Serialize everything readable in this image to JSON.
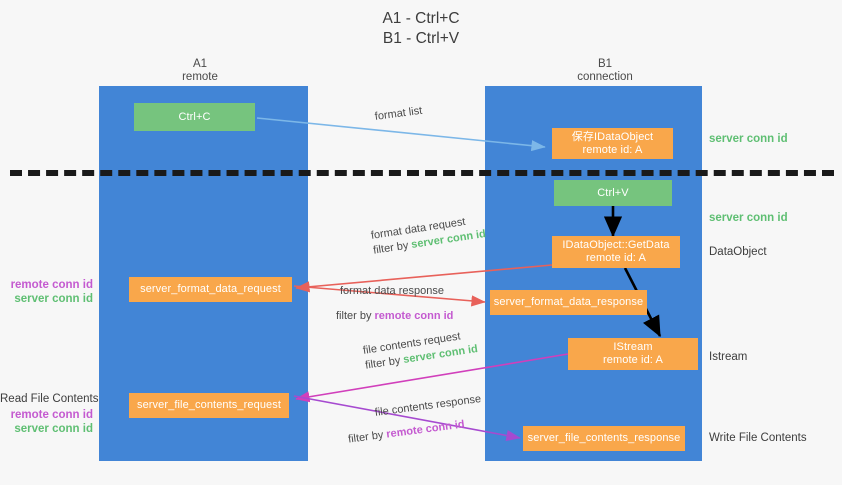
{
  "title": {
    "line1": "A1 - Ctrl+C",
    "line2": "B1 - Ctrl+V"
  },
  "colors": {
    "lane": "#4285d6",
    "box_orange": "#f9a74b",
    "box_green": "#76c47e",
    "server_conn_id": "#5fbf73",
    "remote_conn_id": "#c45ad0",
    "arrow_blue": "#7cb7e8",
    "arrow_red": "#e8615a",
    "arrow_magenta": "#d13fbb",
    "arrow_purple": "#a64ad0",
    "arrow_black": "#000000",
    "background": "#f7f7f7"
  },
  "lanes": [
    {
      "id": "a1",
      "title": "A1",
      "subtitle": "remote"
    },
    {
      "id": "b1",
      "title": "B1",
      "subtitle": "connection"
    }
  ],
  "boxes": [
    {
      "id": "ctrl-c",
      "lane": "a1",
      "color": "green",
      "line1": "Ctrl+C",
      "line2": ""
    },
    {
      "id": "save-idataobject",
      "lane": "b1",
      "color": "orange",
      "line1": "保存IDataObject",
      "line2": "remote id: A"
    },
    {
      "id": "ctrl-v",
      "lane": "b1",
      "color": "green",
      "line1": "Ctrl+V",
      "line2": ""
    },
    {
      "id": "idataobject-getdata",
      "lane": "b1",
      "color": "orange",
      "line1": "IDataObject::GetData",
      "line2": "remote id: A"
    },
    {
      "id": "server-format-data-request",
      "lane": "a1",
      "color": "orange",
      "line1": "server_format_data_request",
      "line2": ""
    },
    {
      "id": "server-format-data-response",
      "lane": "b1",
      "color": "orange",
      "line1": "server_format_data_response",
      "line2": ""
    },
    {
      "id": "istream",
      "lane": "b1",
      "color": "orange",
      "line1": "IStream",
      "line2": "remote id: A"
    },
    {
      "id": "server-file-contents-request",
      "lane": "a1",
      "color": "orange",
      "line1": "server_file_contents_request",
      "line2": ""
    },
    {
      "id": "server-file-contents-response",
      "lane": "b1",
      "color": "orange",
      "line1": "server_file_contents_response",
      "line2": ""
    }
  ],
  "edge_labels": {
    "format_list": "format list",
    "format_data_request": "format data request",
    "format_data_response": "format data response",
    "file_contents_request": "file contents request",
    "file_contents_response": "file contents response",
    "filter_by": "filter by",
    "server_conn_id": "server conn id",
    "remote_conn_id": "remote conn id"
  },
  "right_labels": [
    {
      "id": "server-conn-id-top",
      "text": "server conn id",
      "kind": "green"
    },
    {
      "id": "server-conn-id-second",
      "text": "server conn id",
      "kind": "green"
    },
    {
      "id": "dataobject",
      "text": "DataObject",
      "kind": "plain"
    },
    {
      "id": "istream-label",
      "text": "Istream",
      "kind": "plain"
    },
    {
      "id": "write-file-contents",
      "text": "Write File Contents",
      "kind": "plain"
    }
  ],
  "left_labels": {
    "read_file_contents": "Read File Contents",
    "remote_conn_id": "remote conn id",
    "server_conn_id": "server conn id"
  }
}
